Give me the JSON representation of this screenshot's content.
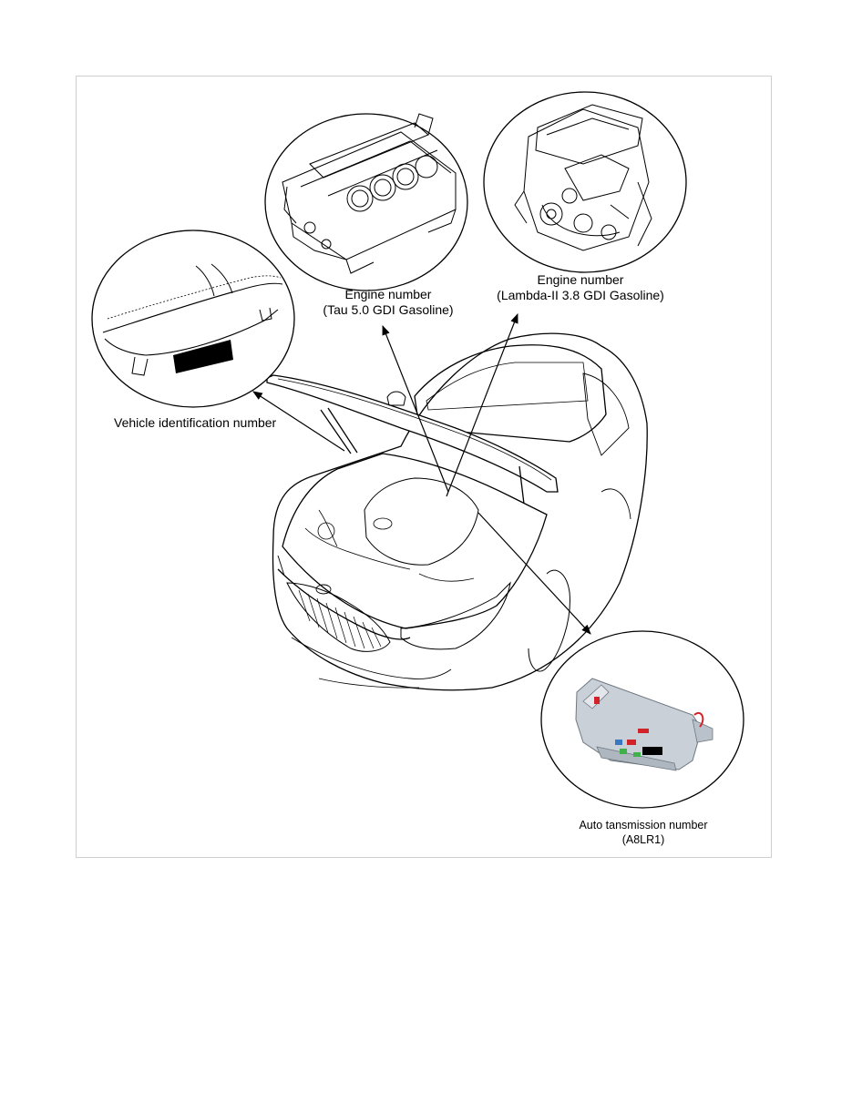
{
  "labels": {
    "vin": "Vehicle identification number",
    "tau_line1": "Engine number",
    "tau_line2": "(Tau 5.0 GDI Gasoline)",
    "lambda_line1": "Engine number",
    "lambda_line2": "(Lambda-II 3.8 GDI Gasoline)",
    "trans_line1": "Auto tansmission number",
    "trans_line2": "(A8LR1)"
  },
  "colors": {
    "ink": "#000000",
    "frame": "#cfcfcf",
    "trans_body": "#c9d0d8",
    "trans_red": "#d2232a",
    "trans_green": "#3fb04a",
    "trans_blue": "#3a78c2"
  }
}
